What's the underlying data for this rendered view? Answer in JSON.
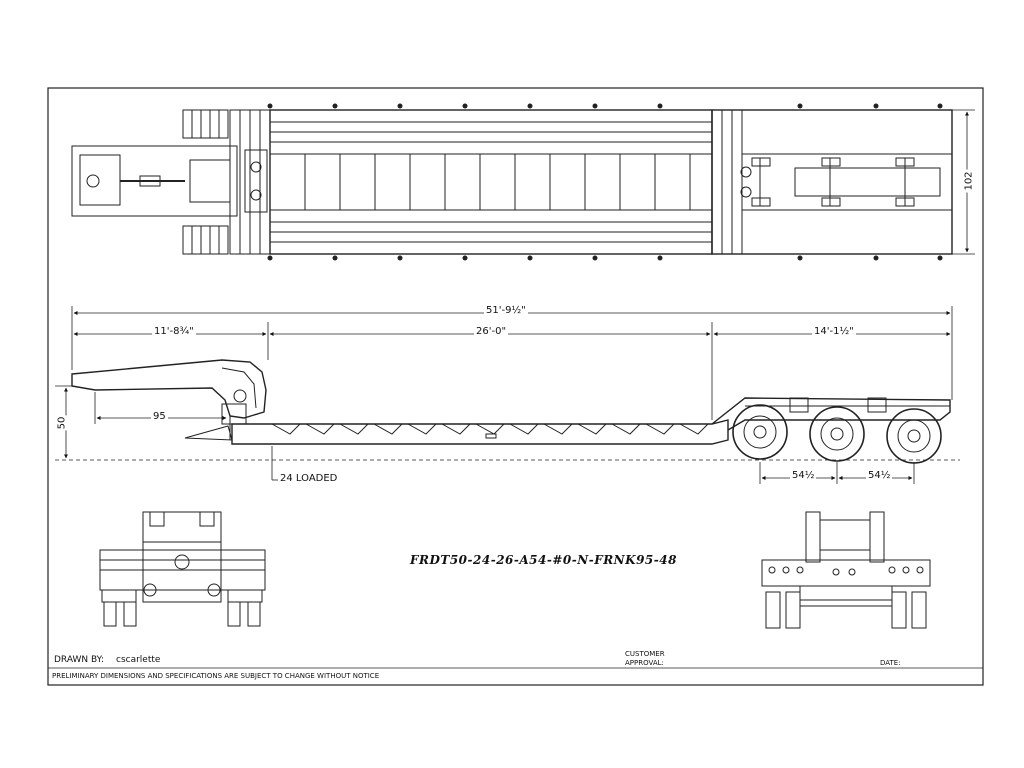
{
  "drawing": {
    "model_number": "FRDT50-24-26-A54-#0-N-FRNK95-48",
    "dimensions": {
      "overall_length": "51'-9½\"",
      "gooseneck_length": "11'-8¾\"",
      "deck_length": "26'-0\"",
      "rear_length": "14'-1½\"",
      "width": "102",
      "deck_height": "50",
      "swing_clearance": "95",
      "loaded_height": "24 LOADED",
      "axle_spread_1": "54½",
      "axle_spread_2": "54½"
    }
  },
  "title_block": {
    "drawn_by_label": "DRAWN BY:",
    "drawn_by_name": "cscarlette",
    "customer_approval_label_1": "CUSTOMER",
    "customer_approval_label_2": "APPROVAL:",
    "date_label": "DATE:",
    "disclaimer": "PRELIMINARY DIMENSIONS AND SPECIFICATIONS ARE SUBJECT TO CHANGE WITHOUT NOTICE"
  }
}
